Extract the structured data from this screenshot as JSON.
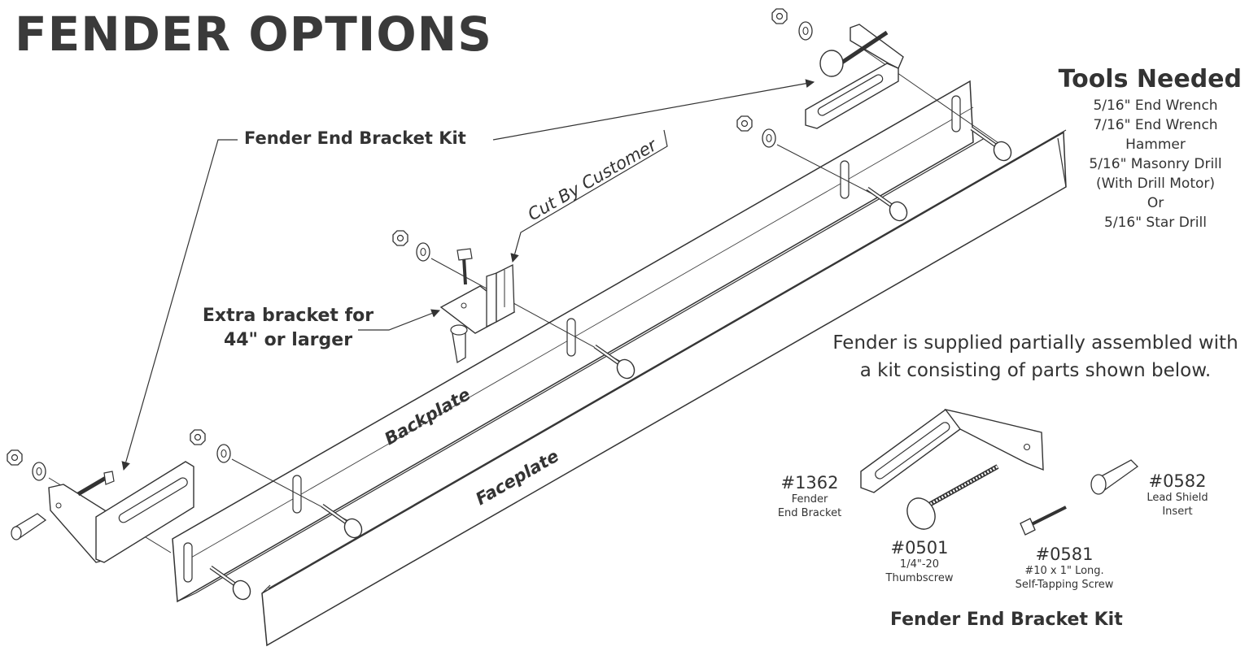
{
  "title": "FENDER OPTIONS",
  "labels": {
    "kit_top": "Fender End Bracket Kit",
    "cut_by_customer": "Cut By Customer",
    "extra_bracket_line1": "Extra bracket for",
    "extra_bracket_line2": "44\" or larger",
    "backplate": "Backplate",
    "faceplate": "Faceplate"
  },
  "tools": {
    "heading": "Tools Needed",
    "items": [
      "5/16\" End Wrench",
      "7/16\" End Wrench",
      "Hammer",
      "5/16\" Masonry Drill",
      "(With Drill Motor)",
      "Or",
      "5/16\" Star Drill"
    ]
  },
  "note": {
    "line1": "Fender is supplied partially assembled with",
    "line2": "a kit consisting of parts shown below."
  },
  "kit": {
    "heading": "Fender End Bracket Kit",
    "parts": [
      {
        "number": "#1362",
        "desc1": "Fender",
        "desc2": "End Bracket"
      },
      {
        "number": "#0501",
        "desc1": "1/4\"-20",
        "desc2": "Thumbscrew"
      },
      {
        "number": "#0581",
        "desc1": "#10 x 1\" Long.",
        "desc2": "Self-Tapping Screw"
      },
      {
        "number": "#0582",
        "desc1": "Lead Shield",
        "desc2": "Insert"
      }
    ]
  }
}
